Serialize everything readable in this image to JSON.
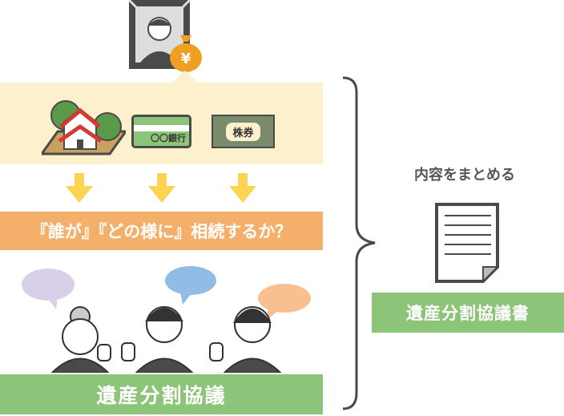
{
  "assets": {
    "bank_label": "〇〇銀行",
    "stock_label": "株券",
    "money_symbol": "¥"
  },
  "question_bar": "『誰が』『どの様に』相続するか？",
  "left_label": "遺産分割協議",
  "summary_text": "内容をまとめる",
  "right_label": "遺産分割協議書",
  "colors": {
    "cream": "#fdf0cc",
    "orange": "#f4b06a",
    "green": "#8cc47a",
    "arrow": "#fcd352",
    "dark": "#4a4a4a"
  }
}
